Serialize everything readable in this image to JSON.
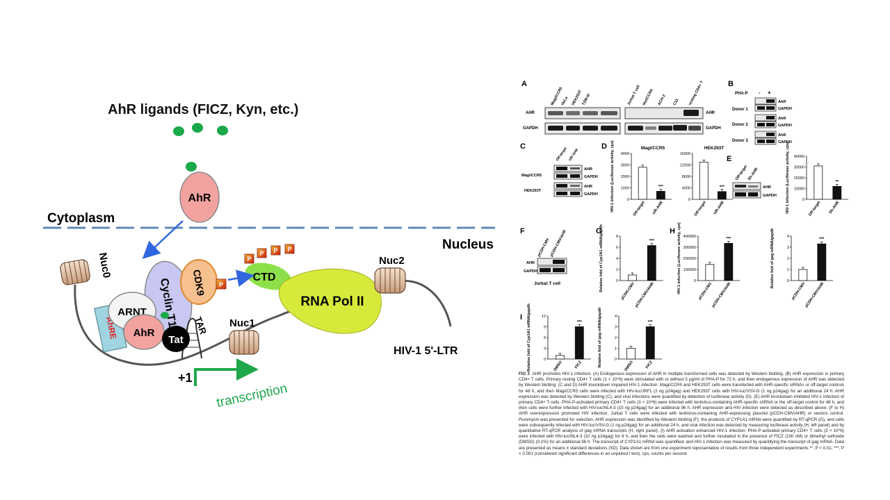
{
  "diagram": {
    "ligands_label": "AhR ligands (FICZ, Kyn, etc.)",
    "ahr_cyto": "AhR",
    "cytoplasm": "Cytoplasm",
    "nucleus": "Nucleus",
    "nuc0": "Nuc0",
    "nuc1": "Nuc1",
    "nuc2": "Nuc2",
    "cyclin": "Cyclin T1",
    "cdk9": "CDK9",
    "ctd": "CTD",
    "rnapol": "RNA Pol II",
    "arnt": "ARNT",
    "ahr_nuc": "AhR",
    "tat": "Tat",
    "tar": "TAR",
    "ahre": "AhRE",
    "plus1": "+1",
    "transcription": "transcription",
    "ltr": "HIV-1 5'-LTR",
    "phospho_symbol": "P",
    "colors": {
      "ahr": "#f2a3a0",
      "cyclin": "#c9c8f2",
      "cdk9": "#f6c08f",
      "ctd": "#8ee04a",
      "rnapol": "#d7ea3b",
      "ligand": "#1aa84a",
      "arrow": "#2f66e0",
      "transcription": "#1fa74a",
      "ahre": "#9fd4e0",
      "ahre_text": "#e02020",
      "dash": "#5f88b8"
    }
  },
  "figure": {
    "panelA": {
      "letter": "A",
      "lanes_left": [
        "Magi/CCR5",
        "HeLa",
        "HEK293T",
        "TZM-bl"
      ],
      "lanes_right": [
        "Jurkat T cell",
        "Hut/CCR5",
        "ACH-2",
        "C11",
        "resting CD4+ T"
      ],
      "rows": [
        "AHR",
        "GAPDH"
      ]
    },
    "panelB": {
      "letter": "B",
      "pha_label": "PHA-P",
      "minus": "-",
      "plus": "+",
      "donors": [
        "Donor 1",
        "Donor 2",
        "Donor 3"
      ],
      "rows": [
        "AhR",
        "GAPDH"
      ]
    },
    "panelC": {
      "letter": "C",
      "lanes": [
        "Off-target",
        "siR-AHR"
      ],
      "cells": [
        "Magi/CCR5",
        "HEK293T"
      ],
      "rows": [
        "AHR",
        "GAPDH"
      ]
    },
    "panelD": {
      "letter": "D",
      "ylabel": "HIV-1 infection (Luciferase activity, cps)",
      "charts": [
        {
          "title": "Magi/CCR5",
          "categories": [
            "Off-target",
            "siR-AHR"
          ],
          "values": [
            2800,
            700
          ],
          "ylim": [
            0,
            4000
          ],
          "ticks": [
            "0",
            "1000",
            "2000",
            "3000",
            "4000"
          ],
          "sig": "***"
        },
        {
          "title": "HEK293T",
          "categories": [
            "Off-target",
            "siR-AHR"
          ],
          "values": [
            13000,
            2700
          ],
          "ylim": [
            0,
            16000
          ],
          "ticks": [
            "0",
            "4000",
            "8000",
            "12000",
            "16000"
          ],
          "sig": "***"
        }
      ]
    },
    "panelE": {
      "letter": "E",
      "lanes": [
        "Off-target",
        "Sh-AHR"
      ],
      "rows": [
        "AHR",
        "GAPDH"
      ],
      "chart": {
        "ylabel": "HIV-1 infection (Luciferase activity, cps)",
        "categories": [
          "Off-target",
          "Sh-AHR"
        ],
        "values": [
          31000,
          12000
        ],
        "ylim": [
          0,
          40000
        ],
        "ticks": [
          "0",
          "10000",
          "20000",
          "30000",
          "40000"
        ],
        "sig": "**"
      }
    },
    "panelF": {
      "letter": "F",
      "lanes": [
        "pCDH-CMV",
        "pCDH-CMV/AHR"
      ],
      "rows": [
        "AHR",
        "GAPDH"
      ],
      "cell": "Jurkat T cell"
    },
    "panelG": {
      "letter": "G",
      "chart": {
        "ylabel": "Relative fold of Cyp1A1 mRNA/gapdh",
        "categories": [
          "pCDH-CMV",
          "pCDH-CMV/AHR"
        ],
        "values": [
          1,
          6.3
        ],
        "ylim": [
          0,
          8
        ],
        "ticks": [
          "0",
          "2",
          "4",
          "6",
          "8"
        ],
        "sig": "***"
      }
    },
    "panelH": {
      "letter": "H",
      "charts": [
        {
          "ylabel": "HIV-1 infection (Luciferase activity, cps)",
          "categories": [
            "pCDH-CMV",
            "pCDH-CMV/AHR"
          ],
          "values": [
            145000,
            335000
          ],
          "ylim": [
            0,
            400000
          ],
          "ticks": [
            "0",
            "100000",
            "200000",
            "300000",
            "400000"
          ],
          "sig": "***"
        },
        {
          "ylabel": "Relative fold of gag mRNA/gapdh",
          "categories": [
            "pCDH-CMV",
            "pCDH-CMV/AHR"
          ],
          "values": [
            1,
            3.3
          ],
          "ylim": [
            0,
            4
          ],
          "ticks": [
            "0",
            "1",
            "2",
            "3",
            "4"
          ],
          "sig": "***"
        }
      ]
    },
    "panelI": {
      "letter": "I",
      "charts": [
        {
          "ylabel": "Relative fold of Cyp1A1 mRNA/gapdh",
          "categories": [
            "DMSO",
            "FICZ"
          ],
          "values": [
            1,
            9
          ],
          "ylim": [
            0,
            12
          ],
          "ticks": [
            "0",
            "3",
            "6",
            "9",
            "12"
          ],
          "sig": "***"
        },
        {
          "ylabel": "Relative fold of gag mRNA/gapdh",
          "categories": [
            "DMSO",
            "FICZ"
          ],
          "values": [
            1,
            3
          ],
          "ylim": [
            0,
            4
          ],
          "ticks": [
            "0",
            "1",
            "2",
            "3",
            "4"
          ],
          "sig": "***"
        }
      ]
    },
    "caption": {
      "head": "FIG 3",
      "text": "AHR promotes HIV-1 infection. (A) Endogenous expression of AHR in multiple transformed cells was detected by Western blotting. (B) AHR expression in primary CD4+ T cells. Primary resting CD4+ T cells (1 × 10^6) were stimulated with or without 5 µg/ml of PHA-P for 72 h, and then endogenous expression of AHR was detected by Western blotting. (C and D) AHR knockdown impaired HIV-1 infection. Magi/CCR5 and HEK293T cells were transfected with AHR-specific siRNAs or off-target controls for 48 h, and then Magi/CCR5 cells were infected with HIV-luc/JRFL (2 ng p24gag) and HEK293T cells with HIV-luc/VSV-G (1 ng p24gag) for an additional 24 h. AHR expression was detected by Western blotting (C), and viral infections were quantified by detection of luciferase activity (D). (E) AHR knockdown inhibited HIV-1 infection of primary CD4+ T cells. PHA-P-activated primary CD4+ T cells (3 × 10^6) were infected with lentivirus-containing AHR-specific shRNA or the off-target control for 48 h, and then cells were further infected with HIV-luc/NL4-3 (10 ng p24gag) for an additional 96 h. AHR expression and HIV infection were detected as described above. (F to H) AHR overexpression promoted HIV infection. Jurkat T cells were infected with lentivirus-containing AHR-expressing plasmid (pCDH-CMV/AHR) or vectors control. Puromycin was presented for selection. AHR expression was identified by Western blotting (F), the products of CYP1A1 mRNA were quantified by RT-qPCR (G), and cells were subsequently infected with HIV-luc/VSV-G (1 ng p24gag) for an additional 24 h, and viral infection was detected by measuring luciferase activity (H, left panel) and by quantitative RT-qPCR analysis of gag mRNA transcripts (H, right panel). (I) AHR activation enhanced HIV-1 infection. PHA-P-activated primary CD4+ T cells (3 × 10^6) were infected with HIV-luc/NL4-3 (10 ng p24gag) for 6 h, and then the cells were washed and further incubated in the presence of FICZ (100 nM) or dimethyl sulfoxide (DMSO) (0.1%) for an additional 96 h. The transcript of CYP1A1 mRNA was quantified, and HIV-1 infection was measured by quantifying the transcript of gag mRNA. Data are presented as means ± standard deviations (SD). Data shown are from one experiment representative of results from three independent experiments.**, P < 0.01; ***, P < 0.001 (considered significant differences in an unpaired t test). cps, counts per second."
    }
  }
}
